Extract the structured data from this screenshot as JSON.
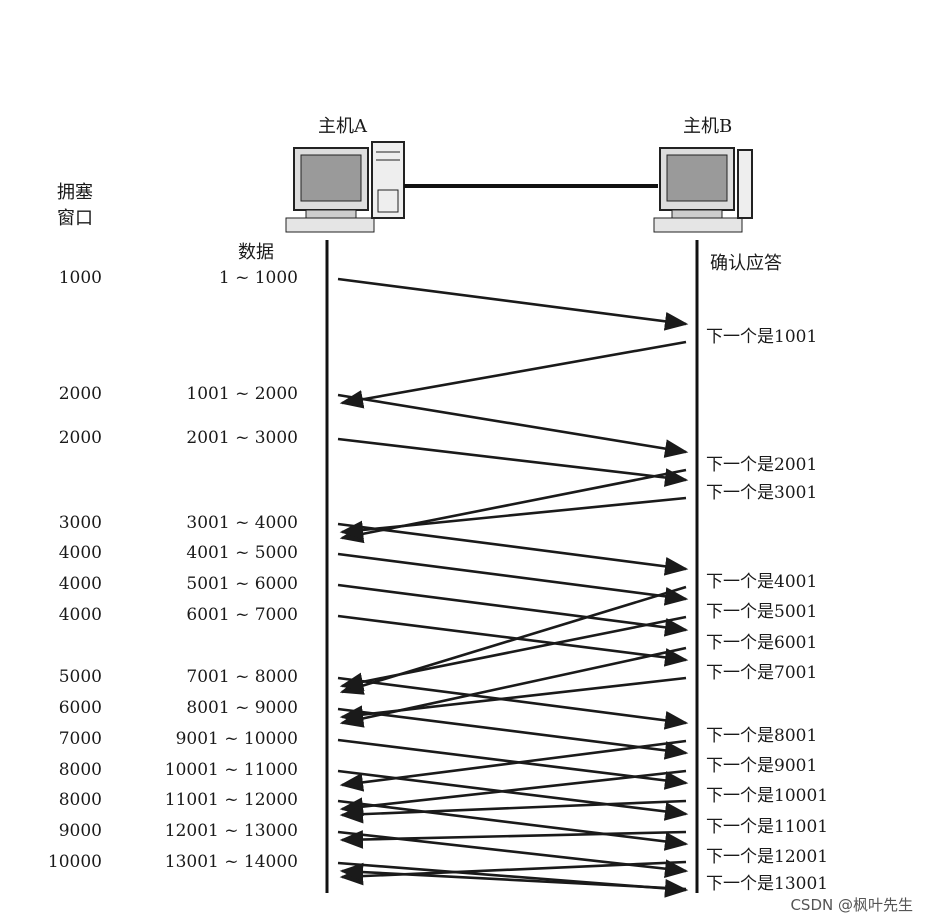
{
  "hosts": {
    "a": "主机A",
    "b": "主机B"
  },
  "headers": {
    "window": "拥塞\n窗口",
    "data": "数据",
    "ack": "确认应答"
  },
  "rows": [
    {
      "window": "1000",
      "data": "1 ~ 1000"
    },
    {
      "window": "2000",
      "data": "1001 ~ 2000"
    },
    {
      "window": "2000",
      "data": "2001 ~ 3000"
    },
    {
      "window": "3000",
      "data": "3001 ~ 4000"
    },
    {
      "window": "4000",
      "data": "4001 ~ 5000"
    },
    {
      "window": "4000",
      "data": "5001 ~ 6000"
    },
    {
      "window": "4000",
      "data": "6001 ~ 7000"
    },
    {
      "window": "5000",
      "data": "7001 ~ 8000"
    },
    {
      "window": "6000",
      "data": "8001 ~ 9000"
    },
    {
      "window": "7000",
      "data": "9001 ~ 10000"
    },
    {
      "window": "8000",
      "data": "10001 ~ 11000"
    },
    {
      "window": "8000",
      "data": "11001 ~ 12000"
    },
    {
      "window": "9000",
      "data": "12001 ~ 13000"
    },
    {
      "window": "10000",
      "data": "13001 ~ 14000"
    }
  ],
  "acks": [
    "下一个是1001",
    "下一个是2001",
    "下一个是3001",
    "下一个是4001",
    "下一个是5001",
    "下一个是6001",
    "下一个是7001",
    "下一个是8001",
    "下一个是9001",
    "下一个是10001",
    "下一个是11001",
    "下一个是12001",
    "下一个是13001"
  ],
  "watermark": "CSDN @枫叶先生"
}
